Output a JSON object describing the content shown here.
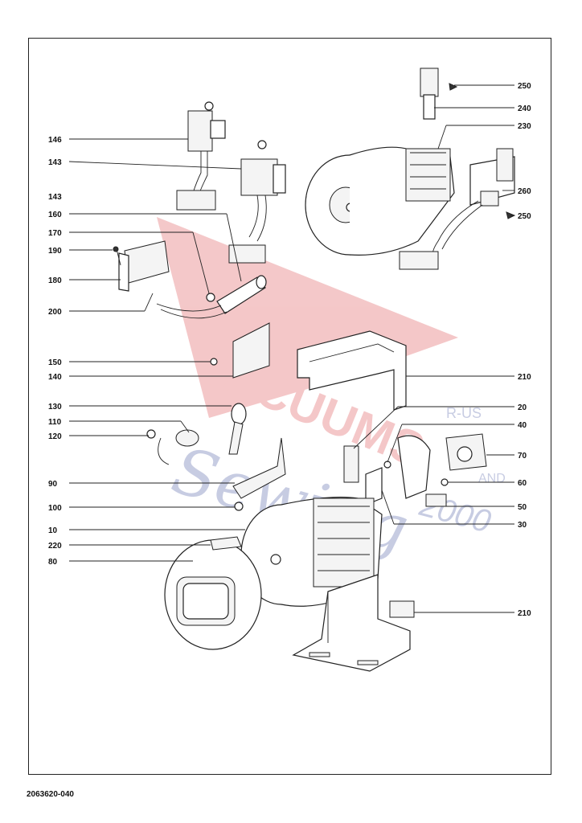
{
  "labels_left": [
    "146",
    "143",
    "143",
    "160",
    "170",
    "190",
    "180",
    "200",
    "150",
    "140",
    "130",
    "110",
    "120",
    "90",
    "100",
    "10",
    "220",
    "80"
  ],
  "labels_right": [
    "250",
    "240",
    "230",
    "260",
    "250",
    "210",
    "20",
    "40",
    "70",
    "60",
    "50",
    "30",
    "210"
  ],
  "document_number": "2063620-040",
  "watermark": {
    "text_main": "VACUUMS",
    "text_script": "Sewing",
    "text_small_1": "R-US",
    "text_small_2": "AND",
    "text_year": "2000",
    "color_red": "#d9393c",
    "color_blue": "#3a4a9a"
  }
}
